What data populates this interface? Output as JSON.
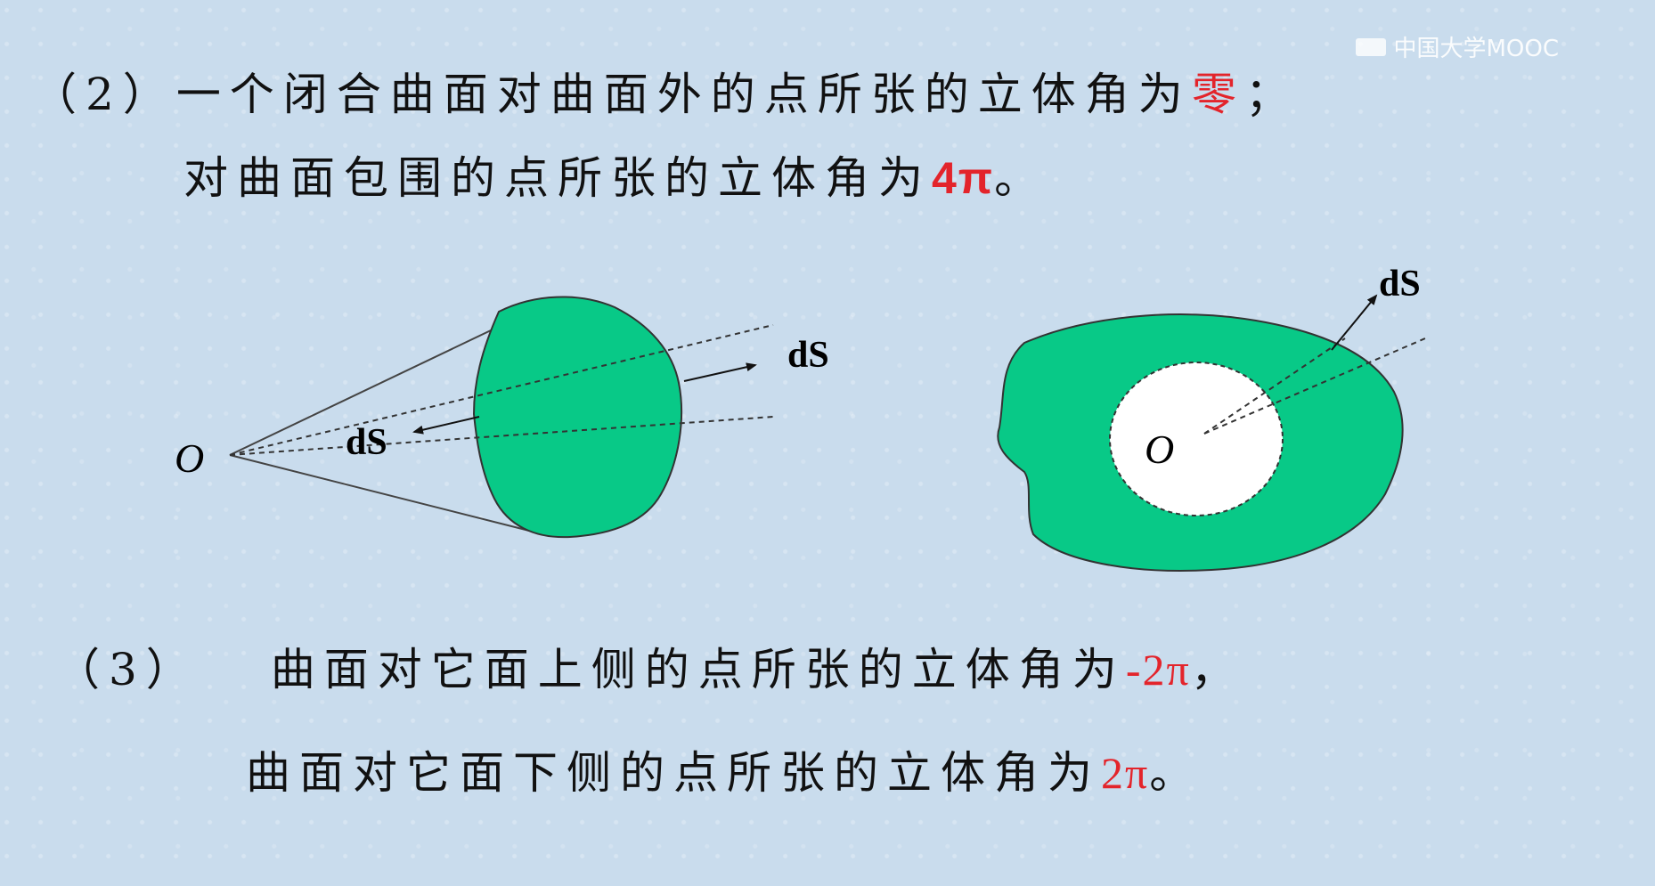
{
  "watermark": {
    "text": "中国大学MOOC",
    "icon": "mooc-logo-icon"
  },
  "item2": {
    "index": "（2）",
    "line1_text": "一个闭合曲面对曲面外的点所张的立体角为",
    "line1_value": "零",
    "line1_end": "；",
    "line2_text": "对曲面包围的点所张的立体角为",
    "line2_value": "4π",
    "line2_end": "。"
  },
  "figure_left": {
    "origin_label": "O",
    "ds_outer": "dS",
    "ds_inner": "dS"
  },
  "figure_right": {
    "origin_label": "O",
    "ds_label": "dS"
  },
  "item3": {
    "index": "（3）",
    "line1_text": "曲面对它面上侧的点所张的立体角为",
    "line1_value": "-2π",
    "line1_end": "，",
    "line2_text": "曲面对它面下侧的点所张的立体角为",
    "line2_value": "2π",
    "line2_end": "。"
  },
  "colors": {
    "accent": "#e3242b",
    "shape_fill": "#08c987",
    "background": "#c9dced"
  }
}
